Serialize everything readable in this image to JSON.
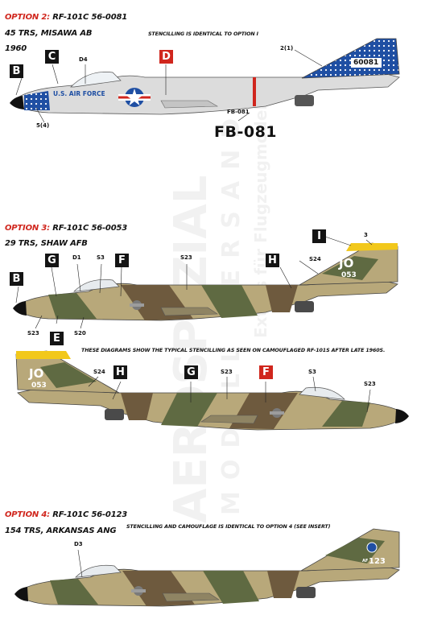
{
  "watermark": {
    "brand": "AEROSPEZIAL",
    "line2": "MODELL VERSAND",
    "line3": "Extras für Flugzeugmodelle"
  },
  "option2": {
    "title_prefix": "OPTION 2:",
    "title_rest": "RF-101C 56-0081",
    "unit": "45 TRS, MISAWA AB",
    "year": "1960",
    "note": "STENCILLING IS IDENTICAL TO OPTION I",
    "markings": {
      "buzz": "FB-081",
      "tail_serial": "60081",
      "usaf": "U.S. AIR FORCE",
      "small_buzz": "FB-081"
    },
    "callouts": {
      "b": "B",
      "c": "C",
      "d": "D",
      "d4": "D4",
      "ref_21": "2(1)",
      "ref_54": "5(4)"
    }
  },
  "option3": {
    "title_prefix": "OPTION 3:",
    "title_rest": "RF-101C 56-0053",
    "unit": "29 TRS, SHAW AFB",
    "markings": {
      "tail_code": "JO",
      "tail_serial": "053"
    },
    "callouts": {
      "i": "I",
      "g": "G",
      "f": "F",
      "h": "H",
      "b": "B",
      "e": "E",
      "ref_3": "3",
      "d1": "D1",
      "s3": "S3",
      "s23a": "S23",
      "s24": "S24",
      "s23b": "S23",
      "s20": "S20"
    }
  },
  "diagram": {
    "note": "THESE DIAGRAMS SHOW THE TYPICAL STENCILLING AS SEEN ON CAMOUFLAGED RF-101S AFTER LATE 1960S.",
    "markings": {
      "tail_code": "JO",
      "tail_serial": "053"
    },
    "callouts": {
      "s24": "S24",
      "h": "H",
      "g": "G",
      "s23a": "S23",
      "f": "F",
      "s3": "S3",
      "s23b": "S23"
    }
  },
  "option4": {
    "title_prefix": "OPTION 4:",
    "title_rest": "RF-101C 56-0123",
    "unit": "154 TRS, ARKANSAS ANG",
    "note": "STENCILLING AND CAMOUFLAGE IS IDENTICAL TO OPTION 4 (SEE INSERT)",
    "markings": {
      "tail_serial": "123",
      "tail_prefix": "AF"
    },
    "callouts": {
      "d3": "D3"
    }
  },
  "colors": {
    "accent_red": "#d0261d",
    "camo_tan": "#b8a87a",
    "camo_green": "#5f6a42",
    "camo_brown": "#6e5a3e",
    "silver": "#dcdcdc",
    "blue": "#1f4fa3",
    "yellow": "#f2c81b"
  }
}
